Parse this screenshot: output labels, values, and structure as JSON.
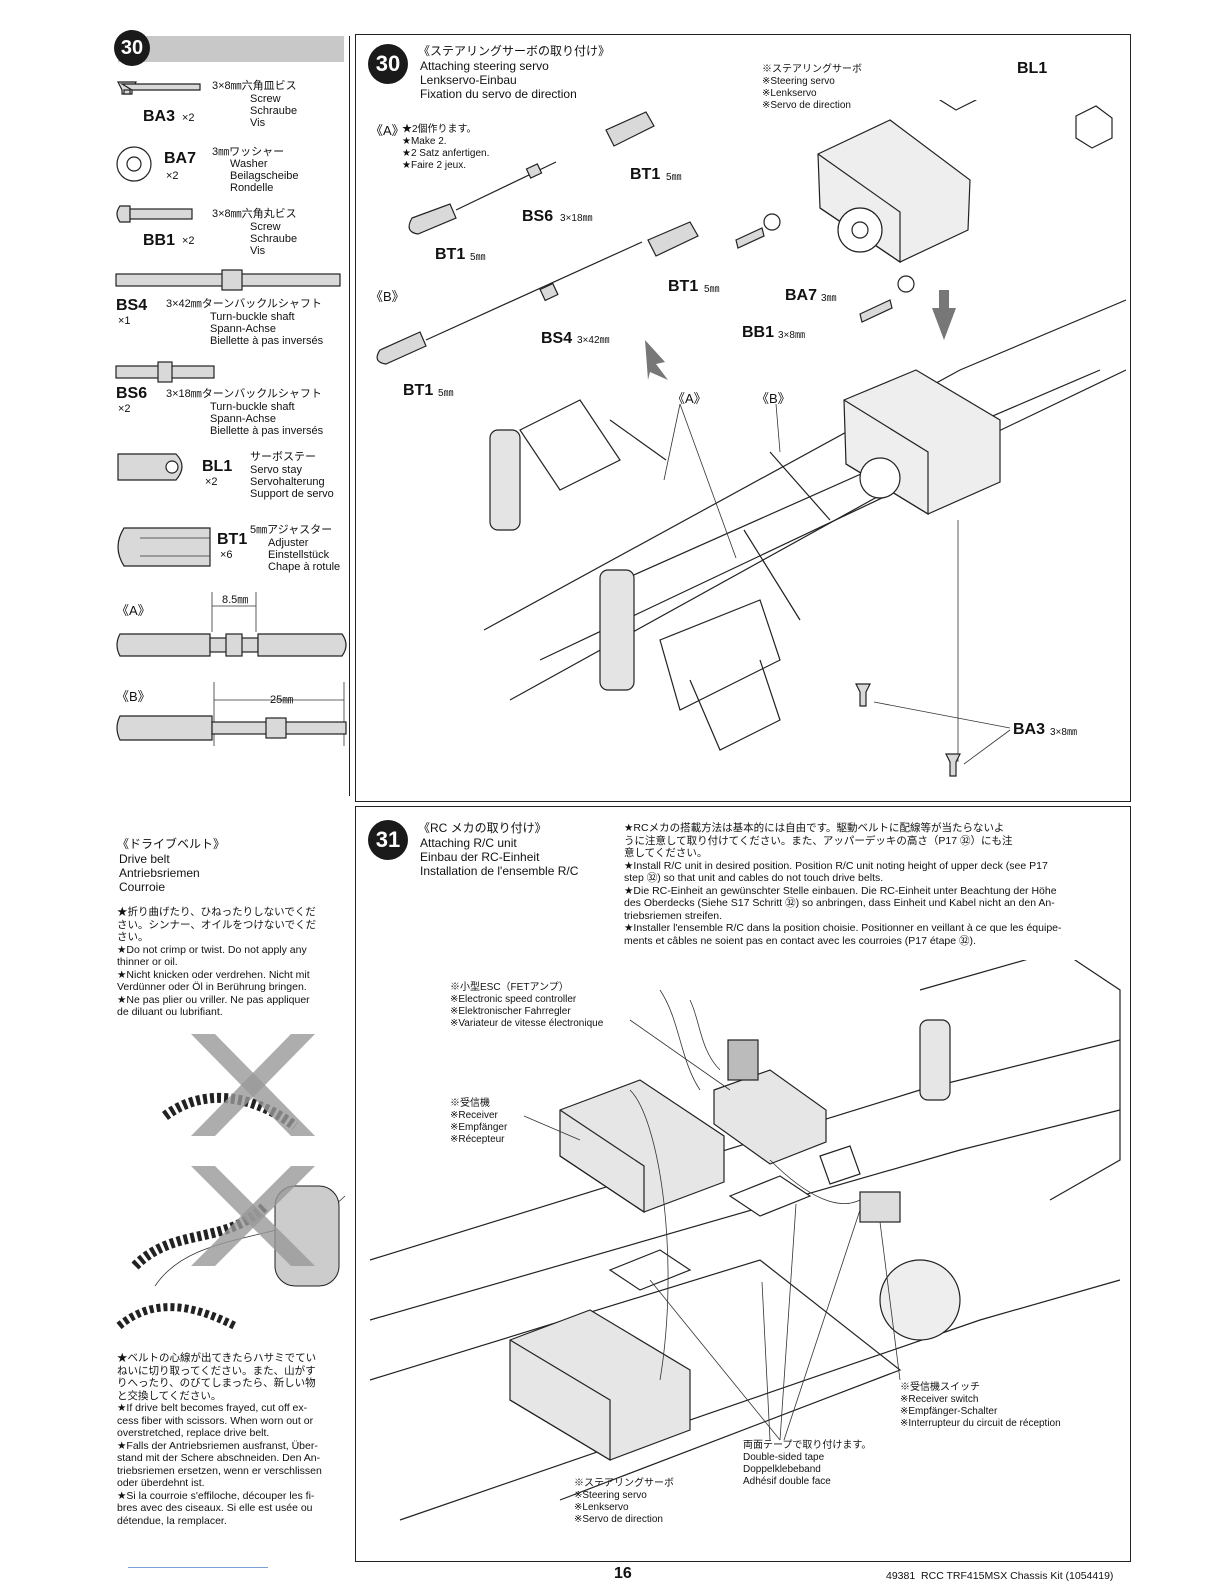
{
  "left_panel": {
    "step_number": "30",
    "parts": [
      {
        "code": "BA3",
        "qty": "×2",
        "size_jp": "3×8㎜六角皿ビス",
        "en": "Screw",
        "de": "Schraube",
        "fr": "Vis"
      },
      {
        "code": "BA7",
        "qty": "×2",
        "size_jp": "3㎜ワッシャー",
        "en": "Washer",
        "de": "Beilagscheibe",
        "fr": "Rondelle"
      },
      {
        "code": "BB1",
        "qty": "×2",
        "size_jp": "3×8㎜六角丸ビス",
        "en": "Screw",
        "de": "Schraube",
        "fr": "Vis"
      },
      {
        "code": "BS4",
        "qty": "×1",
        "size_jp": "3×42㎜ターンバックルシャフト",
        "en": "Turn-buckle shaft",
        "de": "Spann-Achse",
        "fr": "Biellette à pas inversés"
      },
      {
        "code": "BS6",
        "qty": "×2",
        "size_jp": "3×18㎜ターンバックルシャフト",
        "en": "Turn-buckle shaft",
        "de": "Spann-Achse",
        "fr": "Biellette à pas inversés"
      },
      {
        "code": "BL1",
        "qty": "×2",
        "size_jp": "サーボステー",
        "en": "Servo stay",
        "de": "Servohalterung",
        "fr": "Support de servo"
      },
      {
        "code": "BT1",
        "qty": "×6",
        "size_jp": "5㎜アジャスター",
        "en": "Adjuster",
        "de": "Einstellstück",
        "fr": "Chape à rotule"
      }
    ],
    "dim_a_label": "《A》",
    "dim_a_value": "8.5㎜",
    "dim_b_label": "《B》",
    "dim_b_value": "25㎜"
  },
  "step30": {
    "number": "30",
    "title_jp": "《ステアリングサーボの取り付け》",
    "title_en": "Attaching steering servo",
    "title_de": "Lenkservo-Einbau",
    "title_fr": "Fixation du servo de direction",
    "a_label": "《A》",
    "a_note": "★2個作ります。\n★Make 2.\n★2 Satz anfertigen.\n★Faire 2 jeux.",
    "b_label": "《B》",
    "servo_note": "※ステアリングサーボ\n※Steering servo\n※Lenkservo\n※Servo de direction",
    "labels": {
      "bl1": "BL1",
      "bt1": "BT1",
      "bt1_size": "5㎜",
      "bs6": "BS6",
      "bs6_size": "3×18㎜",
      "bs4": "BS4",
      "bs4_size": "3×42㎜",
      "ba7": "BA7",
      "ba7_size": "3㎜",
      "bb1": "BB1",
      "bb1_size": "3×8㎜",
      "ba3": "BA3",
      "ba3_size": "3×8㎜",
      "callout_a": "《A》",
      "callout_b": "《B》"
    }
  },
  "drive_belt": {
    "title_jp": "《ドライブベルト》",
    "title_en": "Drive belt",
    "title_de": "Antriebsriemen",
    "title_fr": "Courroie",
    "warn1": "★折り曲げたり、ひねったりしないでくだ\nさい。シンナー、オイルをつけないでくだ\nさい。\n★Do not crimp or twist. Do not apply any\nthinner or oil.\n★Nicht knicken oder verdrehen. Nicht mit\nVerdünner oder Öl in Berührung bringen.\n★Ne pas plier ou vriller. Ne pas appliquer\nde diluant ou lubrifiant.",
    "warn2": "★ベルトの心線が出てきたらハサミでてい\nねいに切り取ってください。また、山がす\nりへったり、のびてしまったら、新しい物\nと交換してください。\n★If drive belt becomes frayed, cut off ex-\ncess fiber with scissors. When worn out or\noverstretched, replace drive belt.\n★Falls der Antriebsriemen ausfranst, Über-\nstand mit der Schere abschneiden. Den An-\ntriebsriemen ersetzen, wenn er verschlissen\noder überdehnt ist.\n★Si la courroie s'effiloche, découper les fi-\nbres avec des ciseaux. Si elle est usée ou\ndétendue, la remplacer."
  },
  "step31": {
    "number": "31",
    "title_jp": "《RC メカの取り付け》",
    "title_en": "Attaching R/C unit",
    "title_de": "Einbau der RC-Einheit",
    "title_fr": "Installation de l'ensemble R/C",
    "notes": "★RCメカの搭載方法は基本的には自由です。駆動ベルトに配線等が当たらないよ\nうに注意して取り付けてください。また、アッパーデッキの高さ（P17 ㉜）にも注\n意してください。\n★Install R/C unit in desired position. Position R/C unit noting height of upper deck (see P17\nstep ㉜) so that unit and cables do not touch drive belts.\n★Die RC-Einheit an gewünschter Stelle einbauen. Die RC-Einheit unter Beachtung der Höhe\ndes Oberdecks (Siehe S17 Schritt ㉜) so anbringen, dass Einheit und Kabel nicht an den An-\ntriebsriemen streifen.\n★Installer l'ensemble R/C dans la position choisie. Positionner en veillant à ce que les équipe-\nments et câbles ne soient pas en contact avec les courroies (P17 étape ㉜).",
    "esc": "※小型ESC（FETアンプ）\n※Electronic speed controller\n※Elektronischer Fahrregler\n※Variateur de vitesse électronique",
    "receiver": "※受信機\n※Receiver\n※Empfänger\n※Récepteur",
    "switch": "※受信機スイッチ\n※Receiver switch\n※Empfänger-Schalter\n※Interrupteur du circuit de réception",
    "tape": "両面テープで取り付けます。\nDouble-sided tape\nDoppelklebeband\nAdhésif double face",
    "servo": "※ステアリングサーボ\n※Steering servo\n※Lenkservo\n※Servo de direction"
  },
  "footer": {
    "page_number": "16",
    "doc_id": "49381  RCC TRF415MSX Chassis Kit (1054419)"
  }
}
